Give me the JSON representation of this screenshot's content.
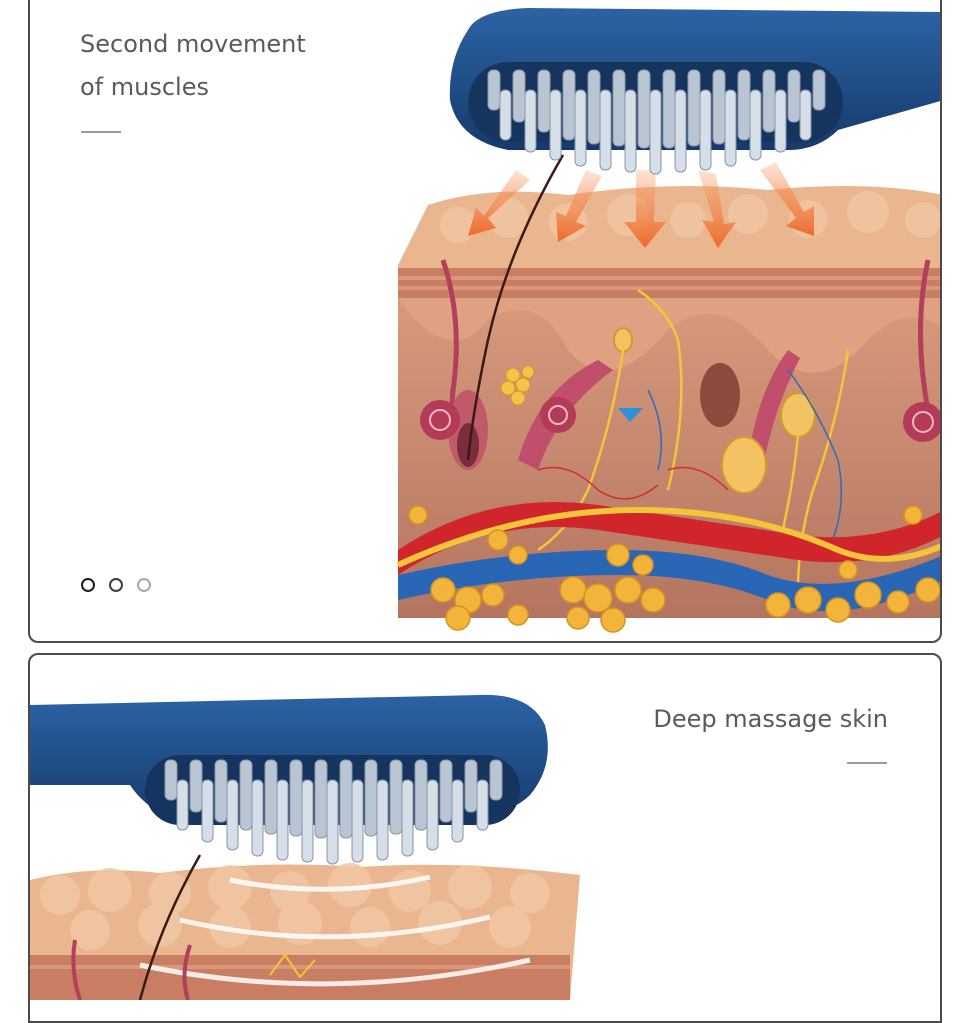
{
  "slides": [
    {
      "caption_lines": [
        "Second movement",
        "of muscles"
      ]
    },
    {
      "caption_lines": [
        "Deep massage skin"
      ]
    }
  ],
  "pager": {
    "count": 3,
    "active_index": 0
  },
  "colors": {
    "border": "#4b4b4b",
    "caption_text": "#5a5a5a",
    "device_blue": "#1e4c86",
    "bristle": "#b9c5d3",
    "arrow_orange": "#f07a3a",
    "skin_surface": "#e9b48f",
    "dermis": "#c98a6f",
    "artery": "#d0262b",
    "vein": "#2a66b6",
    "fat": "#f2b43b",
    "nerve": "#f3c43a"
  }
}
